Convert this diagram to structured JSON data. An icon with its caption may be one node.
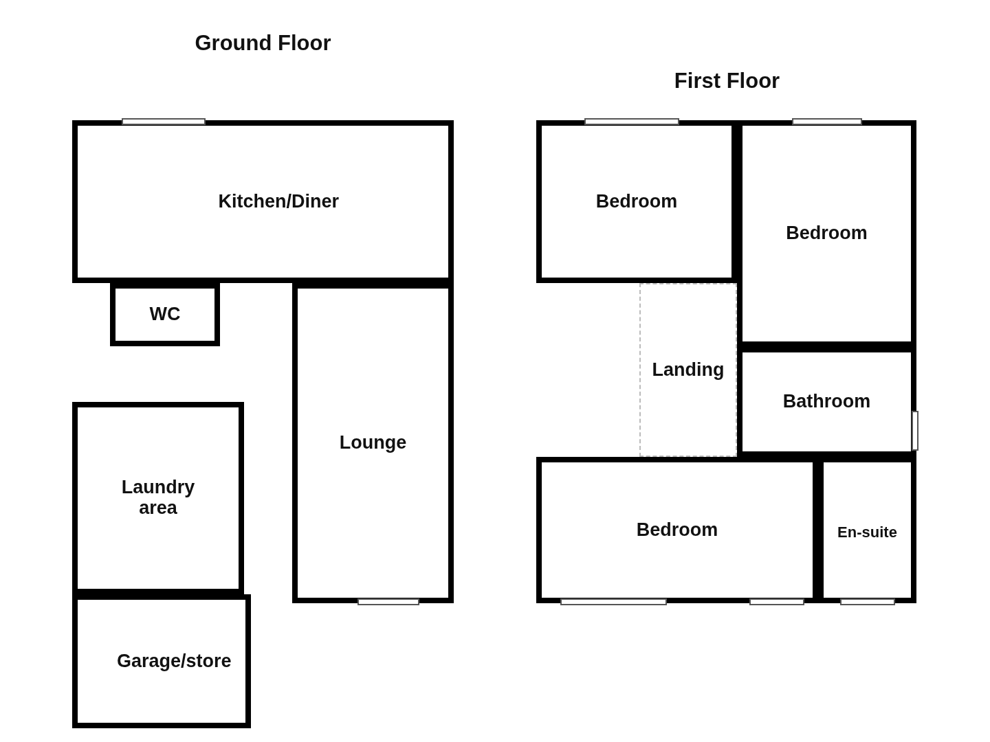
{
  "diagram": {
    "nodes": [
      {
        "text": [
          "Ground Floor"
        ]
      },
      {
        "text": [
          "Kitchen/Diner"
        ],
        "in": 0
      },
      {
        "text": [
          "WC"
        ],
        "in": 0
      },
      {
        "text": [
          "Lounge"
        ],
        "in": 0
      },
      {
        "text": [
          "Laundry area"
        ],
        "in": 0
      },
      {
        "text": [
          "Garage/store"
        ],
        "in": 0
      },
      {
        "text": [
          "First Floor"
        ]
      },
      {
        "text": [
          "Bedroom"
        ],
        "in": 6
      },
      {
        "text": [
          "Bedroom"
        ],
        "in": 6
      },
      {
        "text": [
          "Landing"
        ],
        "in": 6
      },
      {
        "text": [
          "Bathroom"
        ],
        "in": 6
      },
      {
        "text": [
          "Bedroom"
        ],
        "in": 6
      },
      {
        "text": [
          "En-suite"
        ],
        "in": 6
      }
    ]
  }
}
